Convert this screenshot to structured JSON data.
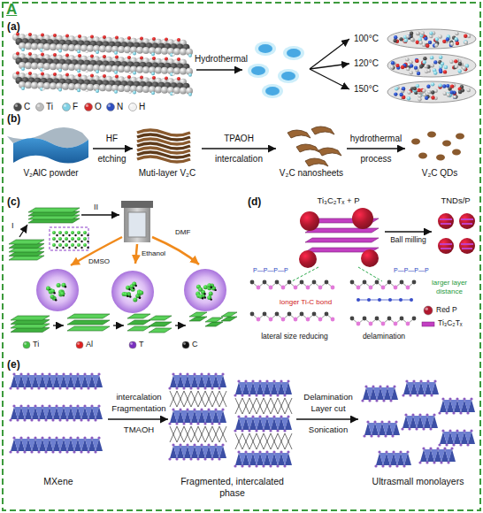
{
  "diagram": {
    "title": "A",
    "nodes": [
      {
        "text": [
          "V₂AlC powder"
        ]
      },
      {
        "text": [
          "Muti-layer V₂C"
        ]
      },
      {
        "text": [
          "V₂C nanosheets"
        ]
      },
      {
        "text": [
          "V₂C QDs"
        ]
      },
      {
        "text": [
          "Ti₃C₂Tₓ + P"
        ]
      },
      {
        "text": [
          "TNDs/P"
        ]
      },
      {
        "text": [
          "MXene"
        ]
      },
      {
        "text": [
          "Fragmented, intercalated phase"
        ]
      },
      {
        "text": [
          "Ultrasmall monolayers"
        ]
      }
    ],
    "edges": [
      {
        "from": 0,
        "to": 1,
        "arrow": "to"
      },
      {
        "from": 1,
        "to": 2,
        "arrow": "to"
      },
      {
        "from": 2,
        "to": 3,
        "arrow": "to"
      },
      {
        "from": 4,
        "to": 5,
        "label": "Ball milling",
        "arrow": "to"
      },
      {
        "from": 6,
        "to": 7,
        "arrow": "to"
      },
      {
        "from": 7,
        "to": 8,
        "arrow": "to"
      }
    ],
    "labels": [
      "(a)",
      "Hydrothermal",
      "100°C",
      "120°C",
      "150°C",
      "(b)",
      "HF",
      "etching",
      "TPAOH",
      "intercalation",
      "hydrothermal",
      "process",
      "(c)",
      "I",
      "II",
      "DMSO",
      "Ethanol",
      "DMF",
      "(d)",
      "P—P—P—P",
      "P—P—P—P",
      "longer Ti-C bond",
      "larger layer distance",
      "lateral size reducing",
      "delamination",
      "(e)",
      "intercalation",
      "Fragmentation",
      "TMAOH",
      "Delamination",
      "Layer cut",
      "Sonication"
    ],
    "legend": [
      {
        "text": "C",
        "color": "#4a4a4a"
      },
      {
        "text": "Ti",
        "color": "#bdbdbd"
      },
      {
        "text": "F",
        "color": "#7fd0e4"
      },
      {
        "text": "O",
        "color": "#d42a2a"
      },
      {
        "text": "N",
        "color": "#2f4fc0"
      },
      {
        "text": "H",
        "color": "#f2f2f2"
      },
      {
        "text": "Ti",
        "color": "#43c043"
      },
      {
        "text": "Al",
        "color": "#e02020"
      },
      {
        "text": "T",
        "color": "#7a2fbf"
      },
      {
        "text": "C",
        "color": "#111111"
      },
      {
        "text": "Red P",
        "color": "#b0182e"
      },
      {
        "text": "Ti₃C₂Tₓ",
        "color": "#c23fc2"
      }
    ]
  }
}
